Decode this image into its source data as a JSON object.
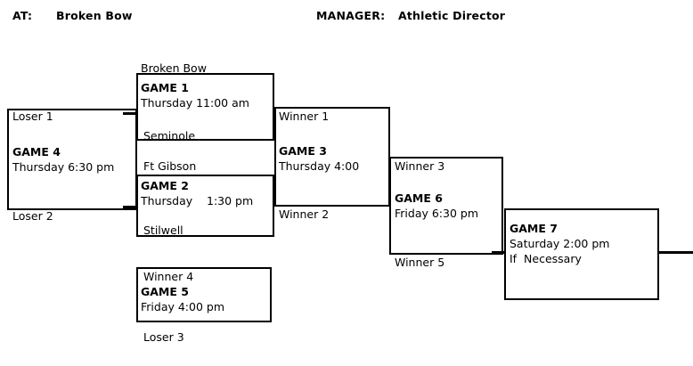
{
  "header": {
    "at_label": "AT:",
    "at_value": "Broken Bow",
    "manager_label": "MANAGER:",
    "manager_value": "Athletic Director"
  },
  "bracket": {
    "title_note": "Double elimination tournament bracket",
    "line_color": "#000000",
    "text_color": "#000000",
    "games": [
      {
        "id": "game1",
        "name": "GAME 1",
        "schedule": "Thursday 11:00 am",
        "top_entrant": "Broken Bow",
        "bottom_entrant": "Seminole"
      },
      {
        "id": "game2",
        "name": "GAME 2",
        "schedule": "Thursday    1:30 pm",
        "top_entrant": "Ft Gibson",
        "bottom_entrant": "Stilwell"
      },
      {
        "id": "game3",
        "name": "GAME 3",
        "schedule": "Thursday 4:00",
        "top_entrant": "Winner 1",
        "bottom_entrant": "Winner 2"
      },
      {
        "id": "game4",
        "name": "GAME 4",
        "schedule": "Thursday 6:30 pm",
        "top_entrant": "Loser 1",
        "bottom_entrant": "Loser 2"
      },
      {
        "id": "game5",
        "name": "GAME 5",
        "schedule": "Friday 4:00 pm",
        "top_entrant": "Winner 4",
        "bottom_entrant": "Loser 3"
      },
      {
        "id": "game6",
        "name": "GAME 6",
        "schedule": "Friday 6:30 pm",
        "top_entrant": "Winner 3",
        "bottom_entrant": "Winner 5"
      },
      {
        "id": "game7",
        "name": "GAME 7",
        "schedule": "Saturday 2:00 pm",
        "note": "If  Necessary",
        "top_entrant": "",
        "bottom_entrant": ""
      }
    ]
  }
}
